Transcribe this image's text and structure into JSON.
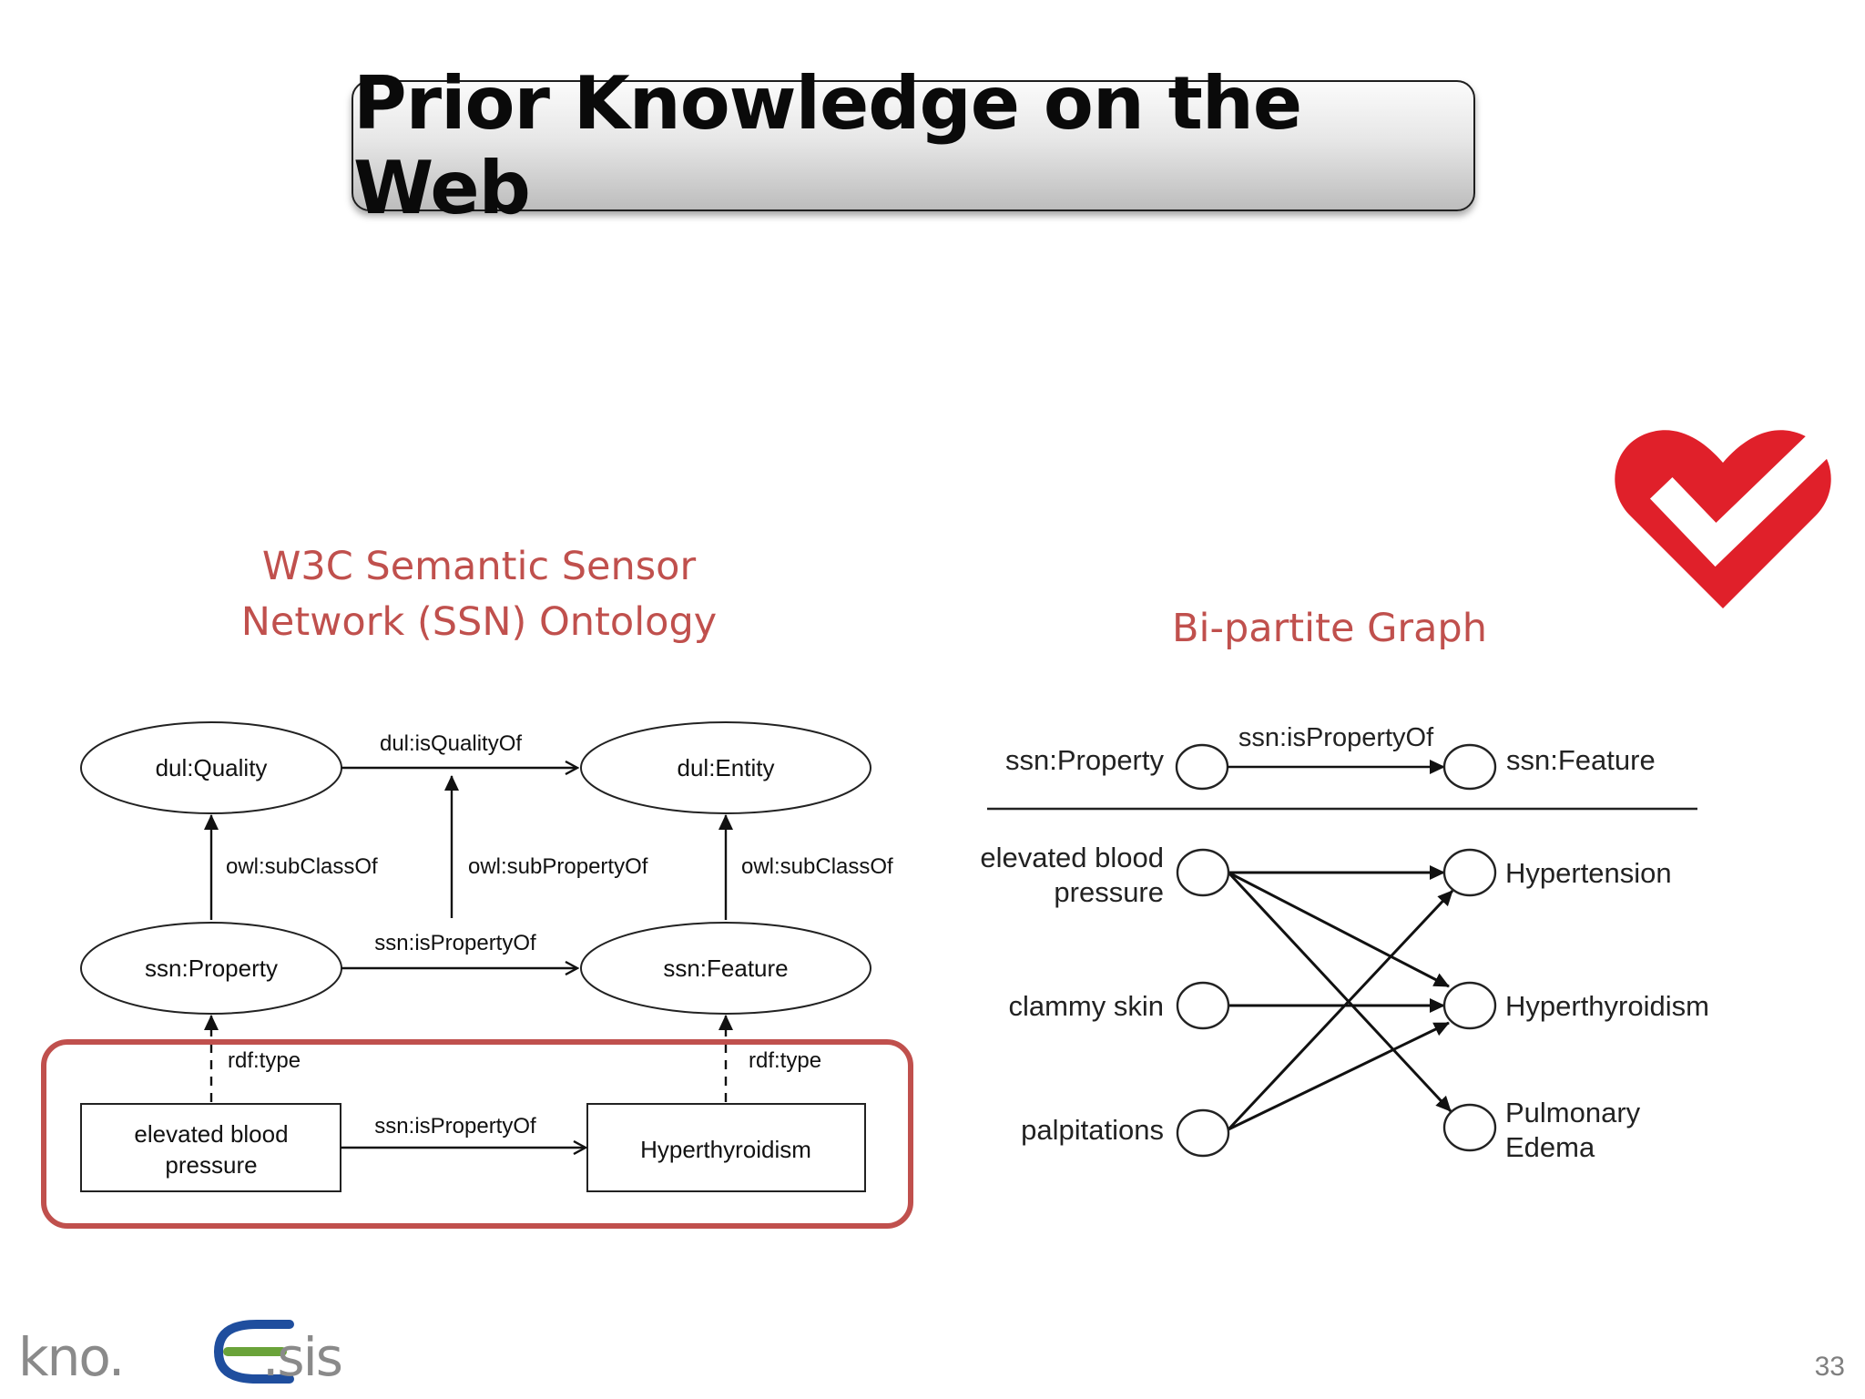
{
  "slide": {
    "title": "Prior Knowledge on the Web",
    "page_number": "33"
  },
  "ssn": {
    "caption_line1": "W3C Semantic Sensor",
    "caption_line2": "Network (SSN) Ontology",
    "nodes": {
      "quality": "dul:Quality",
      "entity": "dul:Entity",
      "property": "ssn:Property",
      "feature": "ssn:Feature",
      "ebp_line1": "elevated blood",
      "ebp_line2": "pressure",
      "hyperthyroidism": "Hyperthyroidism"
    },
    "edges": {
      "is_quality_of": "dul:isQualityOf",
      "subclass_left": "owl:subClassOf",
      "subproperty": "owl:subPropertyOf",
      "subclass_right": "owl:subClassOf",
      "is_property_of_top": "ssn:isPropertyOf",
      "rdf_type_left": "rdf:type",
      "rdf_type_right": "rdf:type",
      "is_property_of_bottom": "ssn:isPropertyOf"
    }
  },
  "bipartite": {
    "caption": "Bi-partite Graph",
    "legend_source": "ssn:Property",
    "legend_edge": "ssn:isPropertyOf",
    "legend_target": "ssn:Feature",
    "left": {
      "ebp_line1": "elevated blood",
      "ebp_line2": "pressure",
      "clammy": "clammy skin",
      "palpitations": "palpitations"
    },
    "right": {
      "hypertension": "Hypertension",
      "hyperthyroidism": "Hyperthyroidism",
      "pe_line1": "Pulmonary",
      "pe_line2": "Edema"
    }
  },
  "logo": {
    "part1": "kno.",
    "part2": ".sis"
  },
  "colors": {
    "caption": "#c0504d",
    "highlight_border": "#c0504d",
    "heart": "#e0202a",
    "logo_blue": "#1f4e9e",
    "logo_green": "#6aa339",
    "logo_gray": "#8a8a8a"
  }
}
